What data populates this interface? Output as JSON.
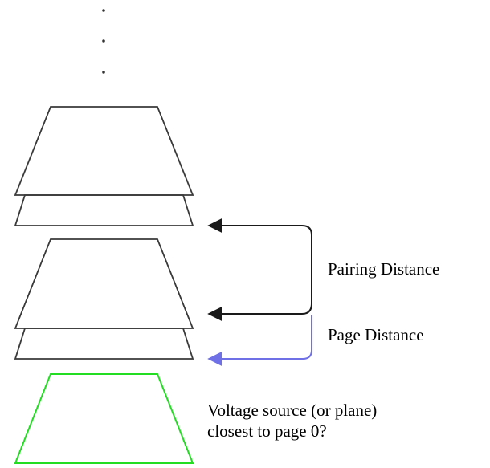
{
  "labels": {
    "pairing_distance": "Pairing Distance",
    "page_distance": "Page Distance",
    "voltage_source_line1": "Voltage source (or plane)",
    "voltage_source_line2": "closest to page 0?"
  },
  "colors": {
    "layer_outline": "#3a3a3a",
    "pairing_arrow": "#1a1a1a",
    "page_arrow": "#6f6fe6",
    "voltage_source": "#22dd22",
    "dots": "#333333"
  },
  "icons": {
    "ellipsis": "vertical-ellipsis-dots",
    "pairing_arrow": "bracket-double-arrow",
    "page_arrow": "bracket-arrow"
  }
}
